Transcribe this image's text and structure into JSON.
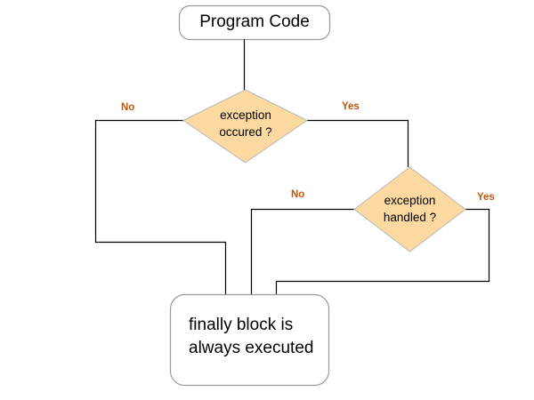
{
  "diagram": {
    "start": {
      "label": "Program Code"
    },
    "decision1": {
      "line1": "exception",
      "line2": "occured ?"
    },
    "decision2": {
      "line1": "exception",
      "line2": "handled ?"
    },
    "end": {
      "line1": "finally block is",
      "line2": "always executed"
    },
    "edges": {
      "d1_no": "No",
      "d1_yes": "Yes",
      "d2_no": "No",
      "d2_yes": "Yes"
    },
    "colors": {
      "diamond_fill": "#fcd9a0",
      "diamond_stroke": "#b8b8b8",
      "box_stroke": "#9a9a9a",
      "line": "#000000",
      "edge_label": "#c0550a"
    }
  }
}
